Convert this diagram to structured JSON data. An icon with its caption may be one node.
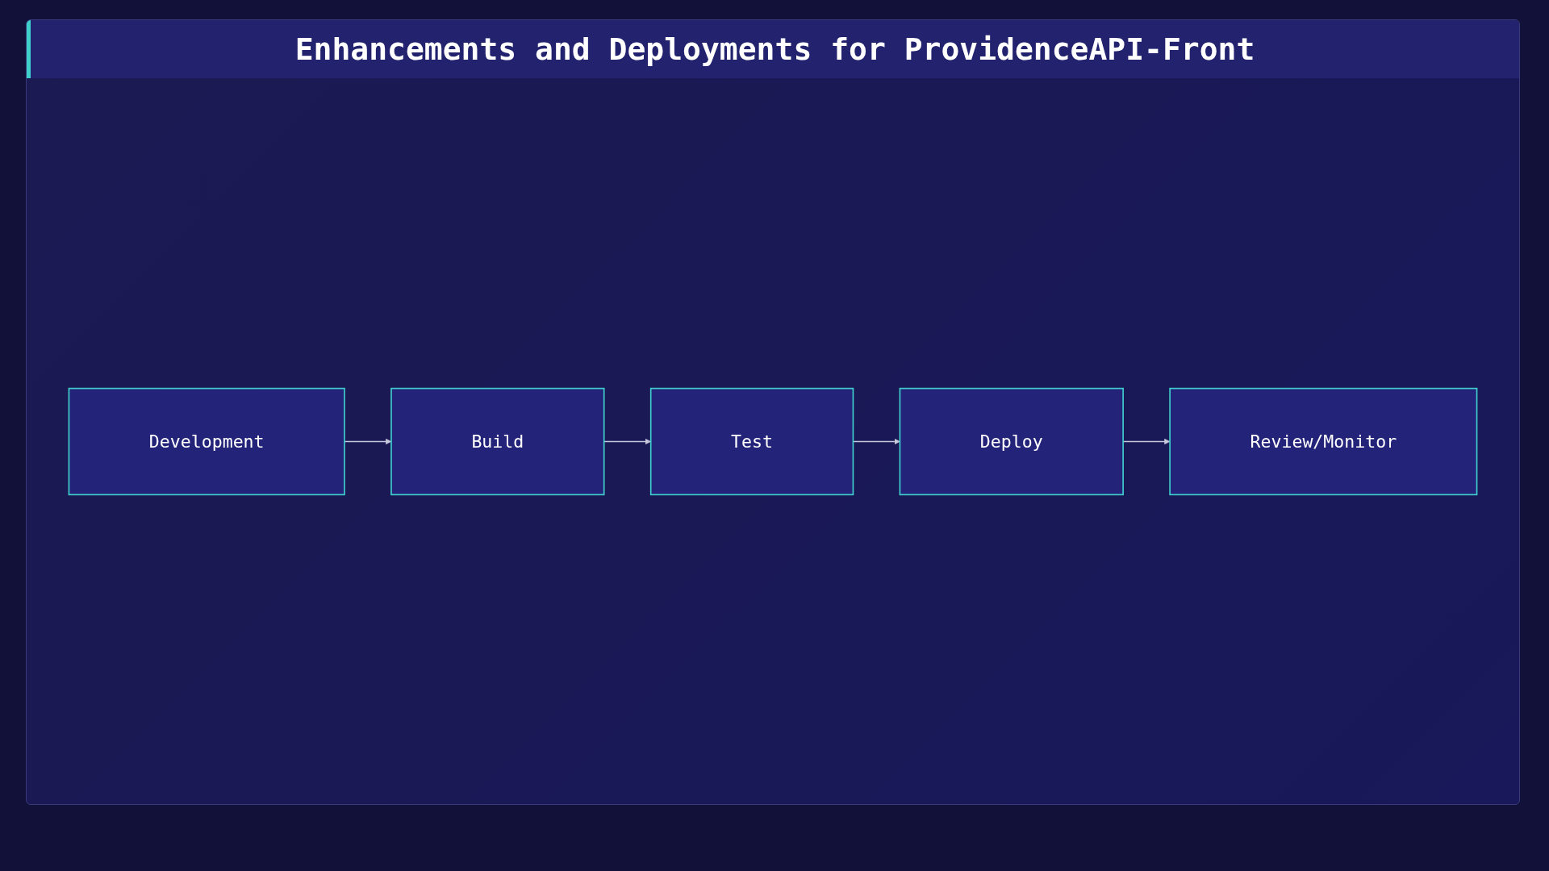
{
  "diagram": {
    "title": "Enhancements and Deployments for ProvidenceAPI-Front",
    "nodes": [
      {
        "text": [
          "Development"
        ]
      },
      {
        "text": [
          "Build"
        ]
      },
      {
        "text": [
          "Test"
        ]
      },
      {
        "text": [
          "Deploy"
        ]
      },
      {
        "text": [
          "Review/Monitor"
        ]
      }
    ],
    "edges": [
      {
        "from": 0,
        "to": 1,
        "arrow": "to"
      },
      {
        "from": 1,
        "to": 2,
        "arrow": "to"
      },
      {
        "from": 2,
        "to": 3,
        "arrow": "to"
      },
      {
        "from": 3,
        "to": 4,
        "arrow": "to"
      }
    ]
  }
}
